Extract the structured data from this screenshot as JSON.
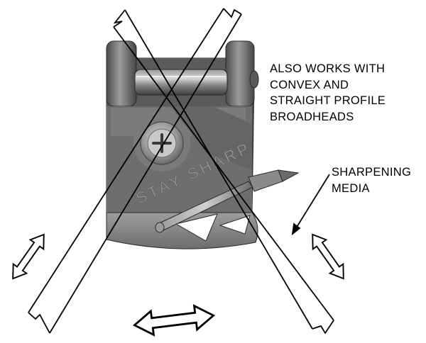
{
  "annotations": {
    "convex_note": [
      "ALSO WORKS WITH",
      "CONVEX AND",
      "STRAIGHT PROFILE",
      "BROADHEADS"
    ],
    "media_label": [
      "SHARPENING",
      "MEDIA"
    ]
  },
  "engraving": "STAY SHARP",
  "colors": {
    "body_dark": "#4e4e4e",
    "body_mid": "#6a6a6a",
    "body_light": "#8c8c8c",
    "highlight": "#b8b8b8",
    "outline": "#000000"
  }
}
